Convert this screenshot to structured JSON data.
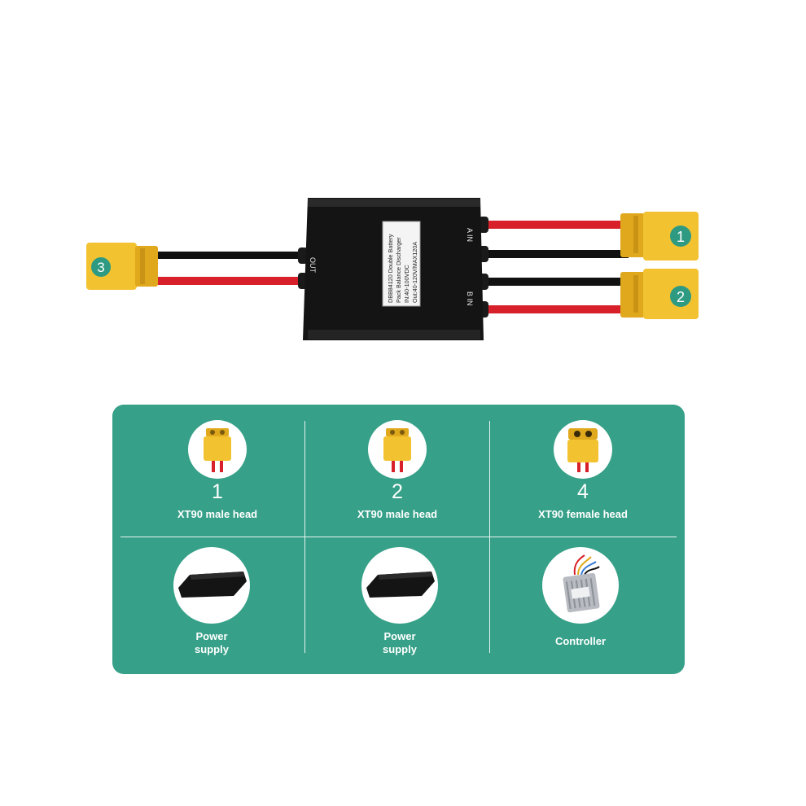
{
  "device": {
    "label_lines": [
      "DBB84120 Double Battery",
      "Pack Balance Discharger",
      "IN:40-100VDC",
      "Out:40-120V/MAX120A"
    ],
    "out_label": "OUT",
    "in_a_label": "A IN",
    "in_b_label": "B IN"
  },
  "connector_markers": {
    "m1": "1",
    "m2": "2",
    "m3": "3"
  },
  "legend": {
    "row1": [
      {
        "number": "1",
        "label": "XT90 male head",
        "icon": "xt90-male-connector"
      },
      {
        "number": "2",
        "label": "XT90 male head",
        "icon": "xt90-male-connector"
      },
      {
        "number": "4",
        "label": "XT90 female head",
        "icon": "xt90-female-connector"
      }
    ],
    "row2": [
      {
        "label_line1": "Power",
        "label_line2": "supply",
        "icon": "battery-pack"
      },
      {
        "label_line1": "Power",
        "label_line2": "supply",
        "icon": "battery-pack"
      },
      {
        "label_line1": "Controller",
        "label_line2": "",
        "icon": "motor-controller"
      }
    ]
  },
  "colors": {
    "panel": "#36a088",
    "connector_yellow": "#f2c230",
    "wire_red": "#d8202a",
    "wire_black": "#111111",
    "marker_green": "#2f9a82"
  }
}
